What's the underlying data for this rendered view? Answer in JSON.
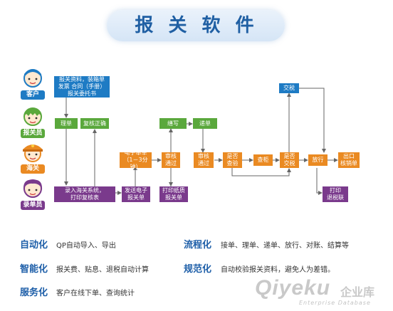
{
  "title": "报 关 软 件",
  "colors": {
    "blue": "#1e7bc4",
    "green": "#5aa83c",
    "orange": "#ea8a22",
    "purple": "#7a3a8c",
    "heading": "#1d5ea8"
  },
  "roles": [
    {
      "label": "客户",
      "color": "#1e7bc4"
    },
    {
      "label": "报关员",
      "color": "#5aa83c"
    },
    {
      "label": "海关",
      "color": "#ea8a22"
    },
    {
      "label": "录单员",
      "color": "#7a3a8c"
    }
  ],
  "boxes": {
    "client_docs": "报关资料，装箱单\n发票  合同（手册）\n报关委托书",
    "sort_docs": "理单",
    "review_ok": "复核正确",
    "input_system": "录入海关系统，\n打印复核表",
    "send_elec": "发送电子\n报关单",
    "elec_review": "电子审单\n（1－3分钟）",
    "review_pass": "审核\n通过",
    "print_paper": "打印纸质\n报关单",
    "stamp": "缮写",
    "submit": "递单",
    "review_pass2": "审核\n通过",
    "is_inspect": "是否\n查验",
    "inspect": "查柜",
    "is_pay_tax": "是否\n交税",
    "pay_tax": "交税",
    "release": "放行",
    "export_verify": "出口\n核销单",
    "print_rebate": "打印\n退税联"
  },
  "features": [
    {
      "title": "自动化",
      "desc": "QP自动导入、导出"
    },
    {
      "title": "智能化",
      "desc": "报关费、贴息、退税自动计算"
    },
    {
      "title": "服务化",
      "desc": "客户在线下单、查询统计"
    },
    {
      "title": "流程化",
      "desc": "接单、理单、递单、放行、对账、结算等"
    },
    {
      "title": "规范化",
      "desc": "自动校验报关资料，避免人为差错。"
    }
  ],
  "watermark": {
    "brand": "Qiyeku",
    "cn": "企业库",
    "sub": "Enterprise Database"
  }
}
